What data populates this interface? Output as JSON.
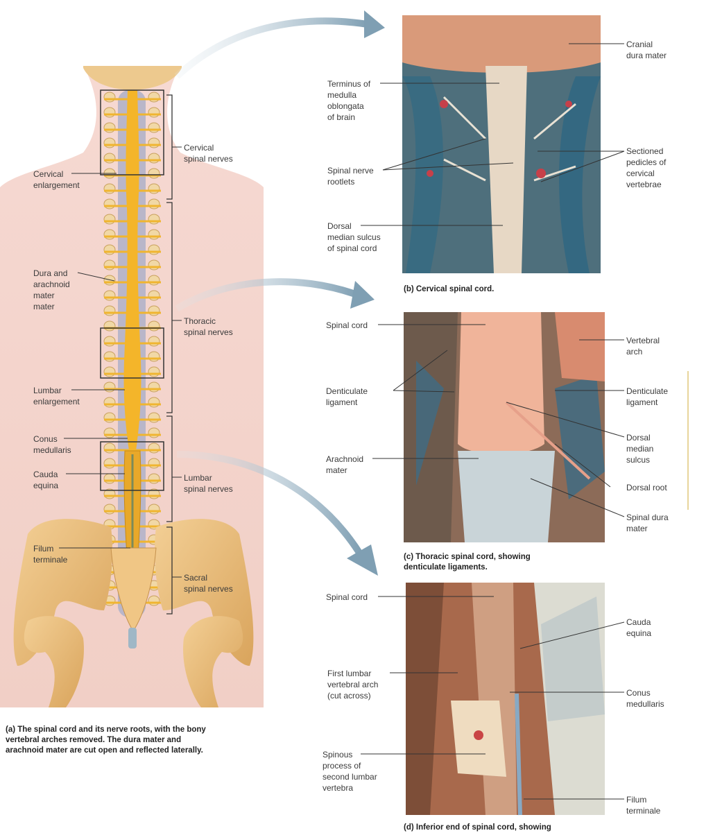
{
  "figure_a": {
    "caption": "(a) The spinal cord and its nerve roots, with the bony\n      vertebral arches removed. The dura mater and\n      arachnoid mater are cut open and reflected laterally.",
    "labels": {
      "cervical_enlargement": "Cervical\nenlargement",
      "dura_arachnoid": "Dura and\narachnoid\nmater\nmater",
      "lumbar_enlargement": "Lumbar\nenlargement",
      "conus_medullaris": "Conus\nmedullaris",
      "cauda_equina": "Cauda\nequina",
      "filum_terminale": "Filum\nterminale",
      "cervical_spinal_nerves": "Cervical\nspinal nerves",
      "thoracic_spinal_nerves": "Thoracic\nspinal nerves",
      "lumbar_spinal_nerves": "Lumbar\nspinal nerves",
      "sacral_spinal_nerves": "Sacral\nspinal nerves"
    }
  },
  "figure_b": {
    "caption": "(b) Cervical spinal cord.",
    "labels": {
      "terminus_medulla": "Terminus of\nmedulla\noblongata\nof brain",
      "spinal_nerve_rootlets": "Spinal nerve\nrootlets",
      "dorsal_median_sulcus": "Dorsal\nmedian sulcus\nof spinal cord",
      "cranial_dura_mater": "Cranial\ndura mater",
      "sectioned_pedicles": "Sectioned\npedicles of\ncervical\nvertebrae"
    }
  },
  "figure_c": {
    "caption": "(c) Thoracic spinal cord, showing\n      denticulate ligaments.",
    "labels": {
      "spinal_cord": "Spinal cord",
      "denticulate_ligament_left": "Denticulate\nligament",
      "arachnoid_mater": "Arachnoid\nmater",
      "vertebral_arch": "Vertebral\narch",
      "denticulate_ligament_right": "Denticulate\nligament",
      "dorsal_median_sulcus": "Dorsal\nmedian\nsulcus",
      "dorsal_root": "Dorsal root",
      "spinal_dura_mater": "Spinal dura\nmater"
    }
  },
  "figure_d": {
    "caption": "(d) Inferior end of spinal cord, showing",
    "labels": {
      "spinal_cord": "Spinal cord",
      "first_lumbar_arch": "First lumbar\nvertebral arch\n(cut across)",
      "spinous_process": "Spinous\nprocess of\nsecond lumbar\nvertebra",
      "cauda_equina": "Cauda\nequina",
      "conus_medullaris": "Conus\nmedullaris",
      "filum_terminale": "Filum\nterminale"
    }
  }
}
